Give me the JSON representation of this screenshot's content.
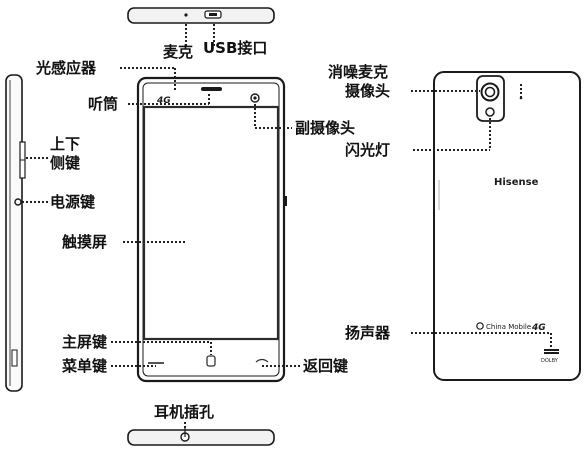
{
  "labels": {
    "light_sensor": "光感应器",
    "mic": "麦克",
    "usb": "USB接口",
    "receiver": "听筒",
    "volume_keys_line1": "上下",
    "volume_keys_line2": "侧键",
    "power_key": "电源键",
    "touch_screen": "触摸屏",
    "home_key": "主屏键",
    "menu_key": "菜单键",
    "back_key": "返回键",
    "earphone_jack": "耳机插孔",
    "noise_cancel_mic": "消噪麦克",
    "rear_camera": "摄像头",
    "front_camera": "副摄像头",
    "flash": "闪光灯",
    "speaker": "扬声器"
  },
  "device_marks": {
    "front_4g_badge": "4G",
    "brand": "Hisense",
    "carrier": "China Mobile",
    "back_4g_badge": "4G",
    "dolby": "DOLBY"
  },
  "colors": {
    "outline": "#1a1a1a",
    "leader": "#222222",
    "screen_frame": "#2b2b2b"
  }
}
